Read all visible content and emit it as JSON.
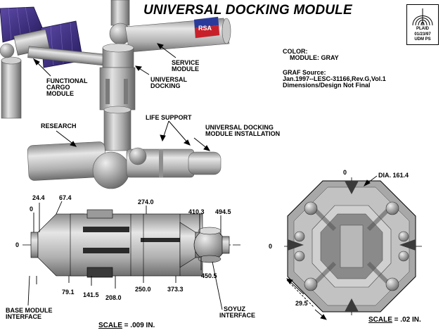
{
  "title": "UNIVERSAL DOCKING MODULE",
  "plaid": {
    "name": "PLAID",
    "date": "01/23/97",
    "code": "UDM PS"
  },
  "color_note": {
    "line1": "COLOR:",
    "line2": "MODULE: GRAY"
  },
  "source_note": {
    "line1": "GRAF Source:",
    "line2": "Jan.1997--LESC-31166,Rev.G,Vol.1",
    "line3": "Dimensions/Design Not Final"
  },
  "callouts": {
    "functional_cargo": [
      "FUNCTIONAL",
      "CARGO",
      "MODULE"
    ],
    "service_module": [
      "SERVICE",
      "MODULE"
    ],
    "universal_docking": [
      "UNIVERSAL",
      "DOCKING"
    ],
    "research": "RESEARCH",
    "life_support": "LIFE SUPPORT",
    "udm_installation": [
      "UNIVERSAL DOCKING",
      "MODULE INSTALLATION"
    ]
  },
  "side_view": {
    "top_dims": [
      "0",
      "24.4",
      "67.4",
      "274.0",
      "410.3",
      "494.5"
    ],
    "bottom_dims": [
      "79.1",
      "141.5",
      "208.0",
      "250.0",
      "373.3",
      "450.5"
    ],
    "zero_label": "0",
    "base_interface": [
      "BASE MODULE",
      "INTERFACE"
    ],
    "soyuz_interface": [
      "SOYUZ",
      "INTERFACE"
    ],
    "scale": {
      "word": "SCALE",
      "value": " = .009 IN."
    }
  },
  "end_view": {
    "top_zero": "0",
    "left_zero": "0",
    "diameter": "DIA. 161.4",
    "offset": "29.5",
    "scale": {
      "word": "SCALE",
      "value": " = .02 IN."
    }
  },
  "flag_text": "RSA",
  "colors": {
    "module_gray": "#b4b4b4",
    "dark_gray": "#6e6e6e",
    "solar_panel_purple": "#3a2a7a",
    "flag_red": "#c8202a",
    "flag_blue": "#2a3a9a"
  }
}
